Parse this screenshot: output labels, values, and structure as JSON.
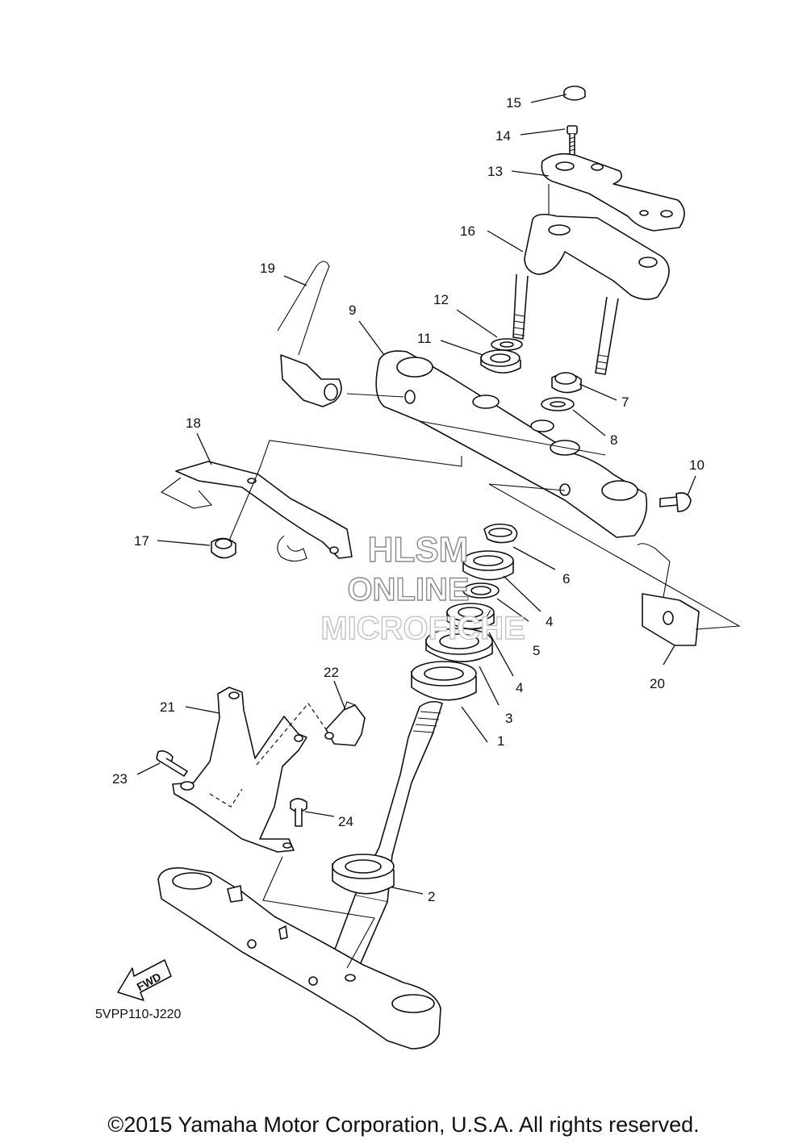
{
  "callouts": [
    "1",
    "2",
    "3",
    "4",
    "4",
    "5",
    "6",
    "7",
    "8",
    "9",
    "10",
    "11",
    "12",
    "13",
    "14",
    "15",
    "16",
    "17",
    "18",
    "19",
    "20",
    "21",
    "22",
    "23",
    "24"
  ],
  "watermark": {
    "line1": "HLSM",
    "line2": "ONLINE",
    "line3": "MICROFICHE"
  },
  "fwd_label": "FWD",
  "diagram_code": "5VPP110-J220",
  "copyright": "©2015 Yamaha Motor Corporation, U.S.A. All rights reserved.",
  "icons": [
    "fwd-arrow-icon"
  ]
}
